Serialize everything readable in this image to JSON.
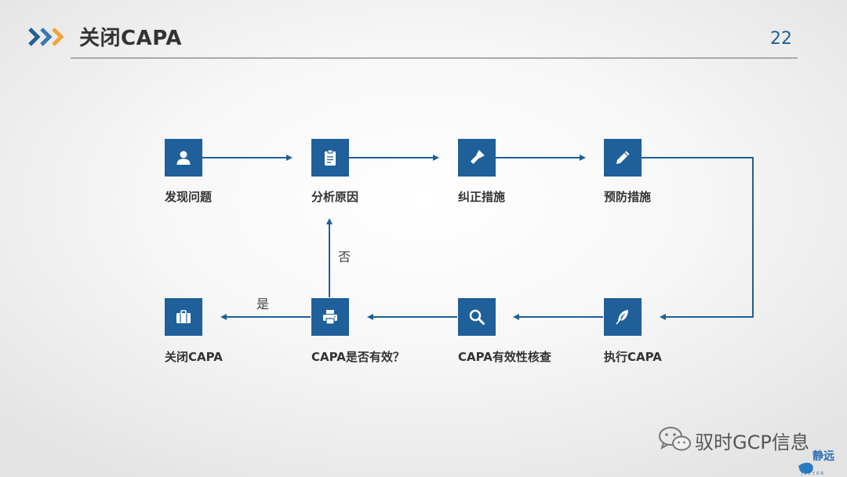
{
  "header": {
    "title": "关闭CAPA",
    "page_number": "22",
    "chevron_colors": [
      "#1f5f9a",
      "#3a78b5",
      "#f2a23a"
    ]
  },
  "flow": {
    "accent_color": "#1f5f9a",
    "nodes": [
      {
        "id": "discover",
        "label": "发现问题",
        "icon": "user-icon"
      },
      {
        "id": "analyze",
        "label": "分析原因",
        "icon": "clipboard-icon"
      },
      {
        "id": "correct",
        "label": "纠正措施",
        "icon": "flashlight-icon"
      },
      {
        "id": "prevent",
        "label": "预防措施",
        "icon": "pencil-icon"
      },
      {
        "id": "execute",
        "label": "执行CAPA",
        "icon": "feather-icon"
      },
      {
        "id": "verify",
        "label": "CAPA有效性核查",
        "icon": "search-icon"
      },
      {
        "id": "effective",
        "label": "CAPA是否有效？",
        "icon": "printer-icon"
      },
      {
        "id": "close",
        "label": "关闭CAPA",
        "icon": "briefcase-icon"
      }
    ],
    "branch_yes": "是",
    "branch_no": "否"
  },
  "watermark": {
    "text": "驭时GCP信息",
    "icon": "wechat-icon",
    "logo_text": "静远",
    "logo_subtext": "JEEYOR"
  }
}
